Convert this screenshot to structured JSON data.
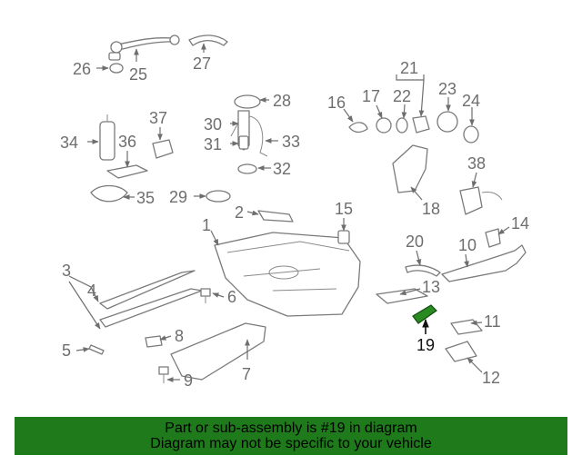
{
  "diagram": {
    "highlight_color": "#2a8a22",
    "labels": {
      "p1": "1",
      "p2": "2",
      "p3": "3",
      "p4": "4",
      "p5": "5",
      "p6": "6",
      "p7": "7",
      "p8": "8",
      "p9": "9",
      "p10": "10",
      "p11": "11",
      "p12": "12",
      "p13": "13",
      "p14": "14",
      "p15": "15",
      "p16": "16",
      "p17": "17",
      "p18": "18",
      "p19": "19",
      "p20": "20",
      "p21": "21",
      "p22": "22",
      "p23": "23",
      "p24": "24",
      "p25": "25",
      "p26": "26",
      "p27": "27",
      "p28": "28",
      "p29": "29",
      "p30": "30",
      "p31": "31",
      "p32": "32",
      "p33": "33",
      "p34": "34",
      "p35": "35",
      "p36": "36",
      "p37": "37",
      "p38": "38"
    }
  },
  "banner": {
    "line1": "Part or sub-assembly is #19 in diagram",
    "line2": "Diagram may not be specific to your vehicle",
    "background": "#1f7a1c"
  }
}
